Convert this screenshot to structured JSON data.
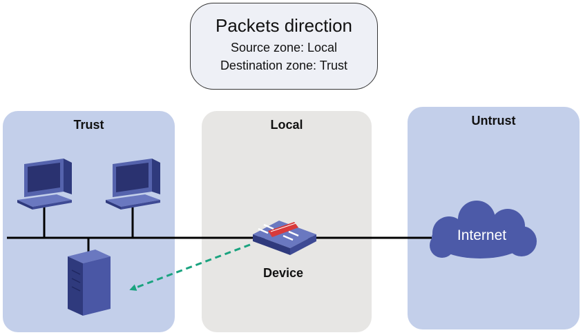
{
  "callout": {
    "title": "Packets direction",
    "source_zone": "Source zone: Local",
    "destination_zone": "Destination zone: Trust"
  },
  "zones": {
    "trust": "Trust",
    "local": "Local",
    "untrust": "Untrust"
  },
  "device_label": "Device",
  "internet_label": "Internet",
  "colors": {
    "trust_zone": "#c3cfea",
    "local_zone": "#e7e6e4",
    "icon_blue": "#4a57a5",
    "arrow": "#1aa37f"
  }
}
